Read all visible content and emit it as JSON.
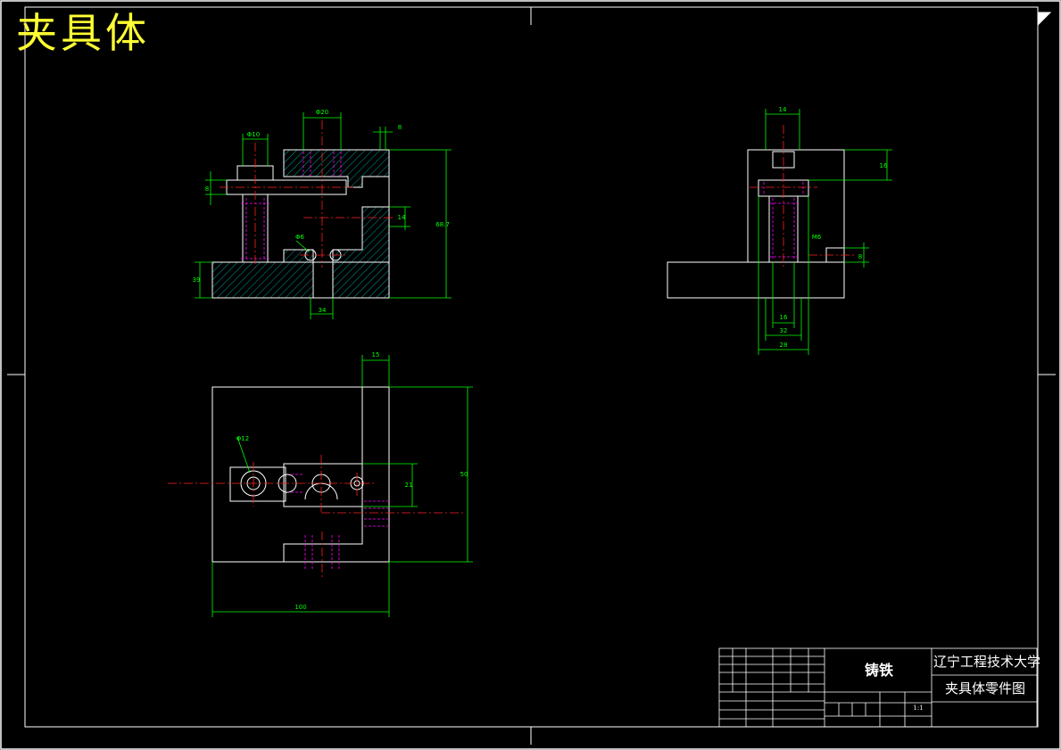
{
  "drawing_title": "夹具体",
  "dimensions": {
    "front": [
      "Φ10",
      "Φ20",
      "8",
      "8",
      "14",
      "68.7",
      "39",
      "34",
      "Φ6"
    ],
    "side": [
      "14",
      "16",
      "M6",
      "8",
      "16",
      "32",
      "28"
    ],
    "top": [
      "15",
      "Φ12",
      "21",
      "50",
      "100"
    ]
  },
  "title_block": {
    "material": "铸铁",
    "school": "辽宁工程技术大学",
    "drawing_name": "夹具体零件图",
    "scale": "1:1"
  },
  "colors": {
    "background": "#000000",
    "outline": "#ffffff",
    "dimension": "#00ff00",
    "centerline": "#ff2020",
    "thread": "#ff00ff",
    "title": "#ffff33"
  }
}
